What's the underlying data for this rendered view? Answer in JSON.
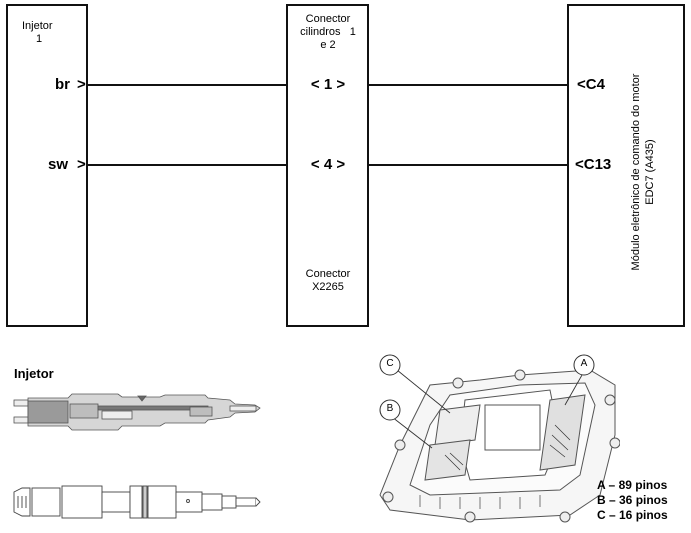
{
  "injector_box": {
    "title_line1": "Injetor",
    "title_line2": "1",
    "pin_top": "br",
    "pin_bottom": "sw",
    "arrow": ">"
  },
  "connector_box": {
    "title_line1": "Conector",
    "title_line2": "cilindros   1",
    "title_line3": "e 2",
    "pin_top": "< 1 >",
    "pin_bottom": "< 4 >",
    "name_line1": "Conector",
    "name_line2": "X2265"
  },
  "ecu_box": {
    "pin_top": "<C4",
    "pin_bottom": "<C13",
    "name_line1": "Módulo eletrônico de comando do motor",
    "name_line2": "EDC7 (A435)"
  },
  "injector_illustration": {
    "title": "Injetor"
  },
  "ecu_illustration": {
    "callouts": [
      "A",
      "B",
      "C"
    ],
    "legend": [
      "A – 89 pinos",
      "B – 36 pinos",
      "C – 16 pinos"
    ]
  }
}
